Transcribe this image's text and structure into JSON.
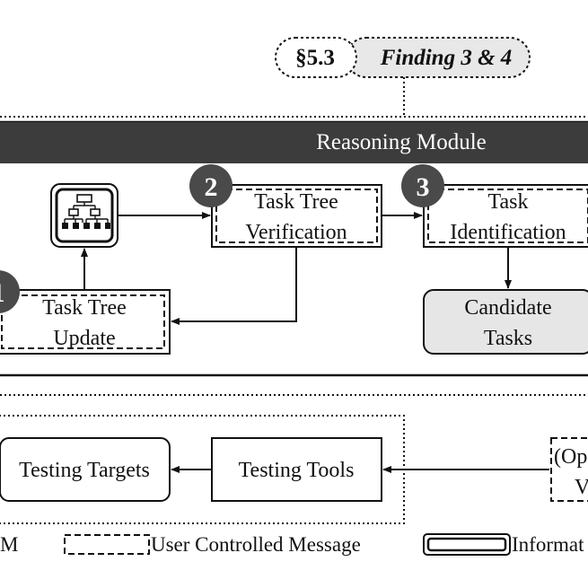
{
  "header_badge": {
    "section": "§5.3",
    "finding": "Finding 3 & 4"
  },
  "reasoning_module": {
    "title": "Reasoning Module",
    "steps": [
      {
        "number": "1",
        "line1": "Task Tree",
        "line2": "Update"
      },
      {
        "number": "2",
        "line1": "Task Tree",
        "line2": "Verification"
      },
      {
        "number": "3",
        "line1": "Task",
        "line2": "Identification"
      }
    ],
    "candidate": {
      "line1": "Candidate",
      "line2": "Tasks"
    }
  },
  "lower_flow": {
    "testing_targets": "Testing Targets",
    "testing_tools": "Testing Tools",
    "optional_partial": {
      "line1": "(Op",
      "line2": "V"
    }
  },
  "legend": {
    "left_partial": "M",
    "user_controlled": "User Controlled Message",
    "information_partial": "Informat"
  },
  "colors": {
    "module_header_bg": "#3c3c3c",
    "module_header_text": "#ffffff",
    "candidate_fill": "#e6e6e6",
    "badge_right_fill": "#e8e8e8",
    "step_circle_fill": "#4a4a4a",
    "stroke": "#111111"
  },
  "icons": {
    "task_tree": "hierarchy-icon"
  }
}
